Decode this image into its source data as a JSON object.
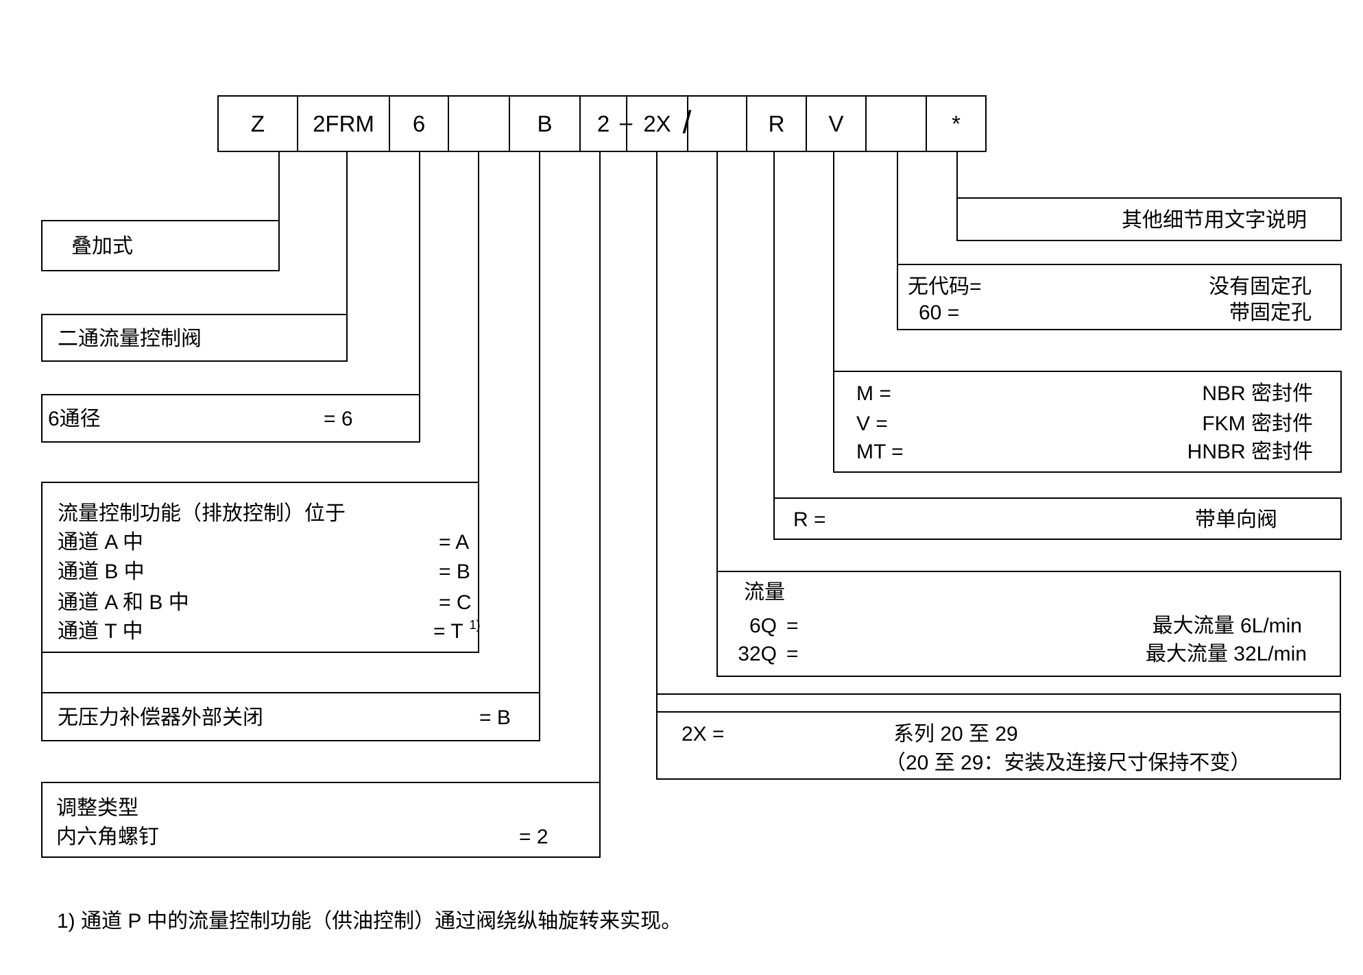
{
  "colors": {
    "ink": "#000000",
    "background": "#ffffff"
  },
  "code_row": {
    "cells": [
      "Z",
      "2FRM",
      "6",
      "",
      "B",
      "2",
      "2X",
      "",
      "R",
      "V",
      "",
      "*"
    ],
    "dash": "–",
    "slash": "/"
  },
  "boxes": {
    "stack": {
      "label": "叠加式"
    },
    "valve_type": {
      "label": "二通流量控制阀"
    },
    "size": {
      "label": "6通径",
      "value": "= 6"
    },
    "flow_function": {
      "title": "流量控制功能（排放控制）位于",
      "rows": [
        {
          "label": "通道 A 中",
          "value": "= A"
        },
        {
          "label": "通道 B 中",
          "value": "= B"
        },
        {
          "label": "通道 A 和 B 中",
          "value": "= C"
        },
        {
          "label": "通道 T 中",
          "value": "= T",
          "footnote_ref": "1)"
        }
      ]
    },
    "compensator": {
      "label": "无压力补偿器外部关闭",
      "value": "= B"
    },
    "adjustment": {
      "title": "调整类型",
      "label": "内六角螺钉",
      "value": "= 2"
    },
    "series": {
      "code": "2X =",
      "desc_line1": "系列 20 至 29",
      "desc_line2": "（20 至 29：安装及连接尺寸保持不变）"
    },
    "flow": {
      "title": "流量",
      "rows": [
        {
          "code": "6Q",
          "eq": "=",
          "desc": "最大流量 6L/min"
        },
        {
          "code": "32Q",
          "eq": "=",
          "desc": "最大流量 32L/min"
        }
      ]
    },
    "check_valve": {
      "code": "R =",
      "desc": "带单向阀"
    },
    "seals": {
      "rows": [
        {
          "code": "M =",
          "desc": "NBR 密封件"
        },
        {
          "code": "V =",
          "desc": "FKM 密封件"
        },
        {
          "code": "MT =",
          "desc": "HNBR 密封件"
        }
      ]
    },
    "fixing_holes": {
      "rows": [
        {
          "code": "无代码=",
          "desc": "没有固定孔"
        },
        {
          "code": "60 =",
          "desc": "带固定孔"
        }
      ]
    },
    "details": {
      "label": "其他细节用文字说明"
    }
  },
  "footnote": "1) 通道 P 中的流量控制功能（供油控制）通过阀绕纵轴旋转来实现。"
}
